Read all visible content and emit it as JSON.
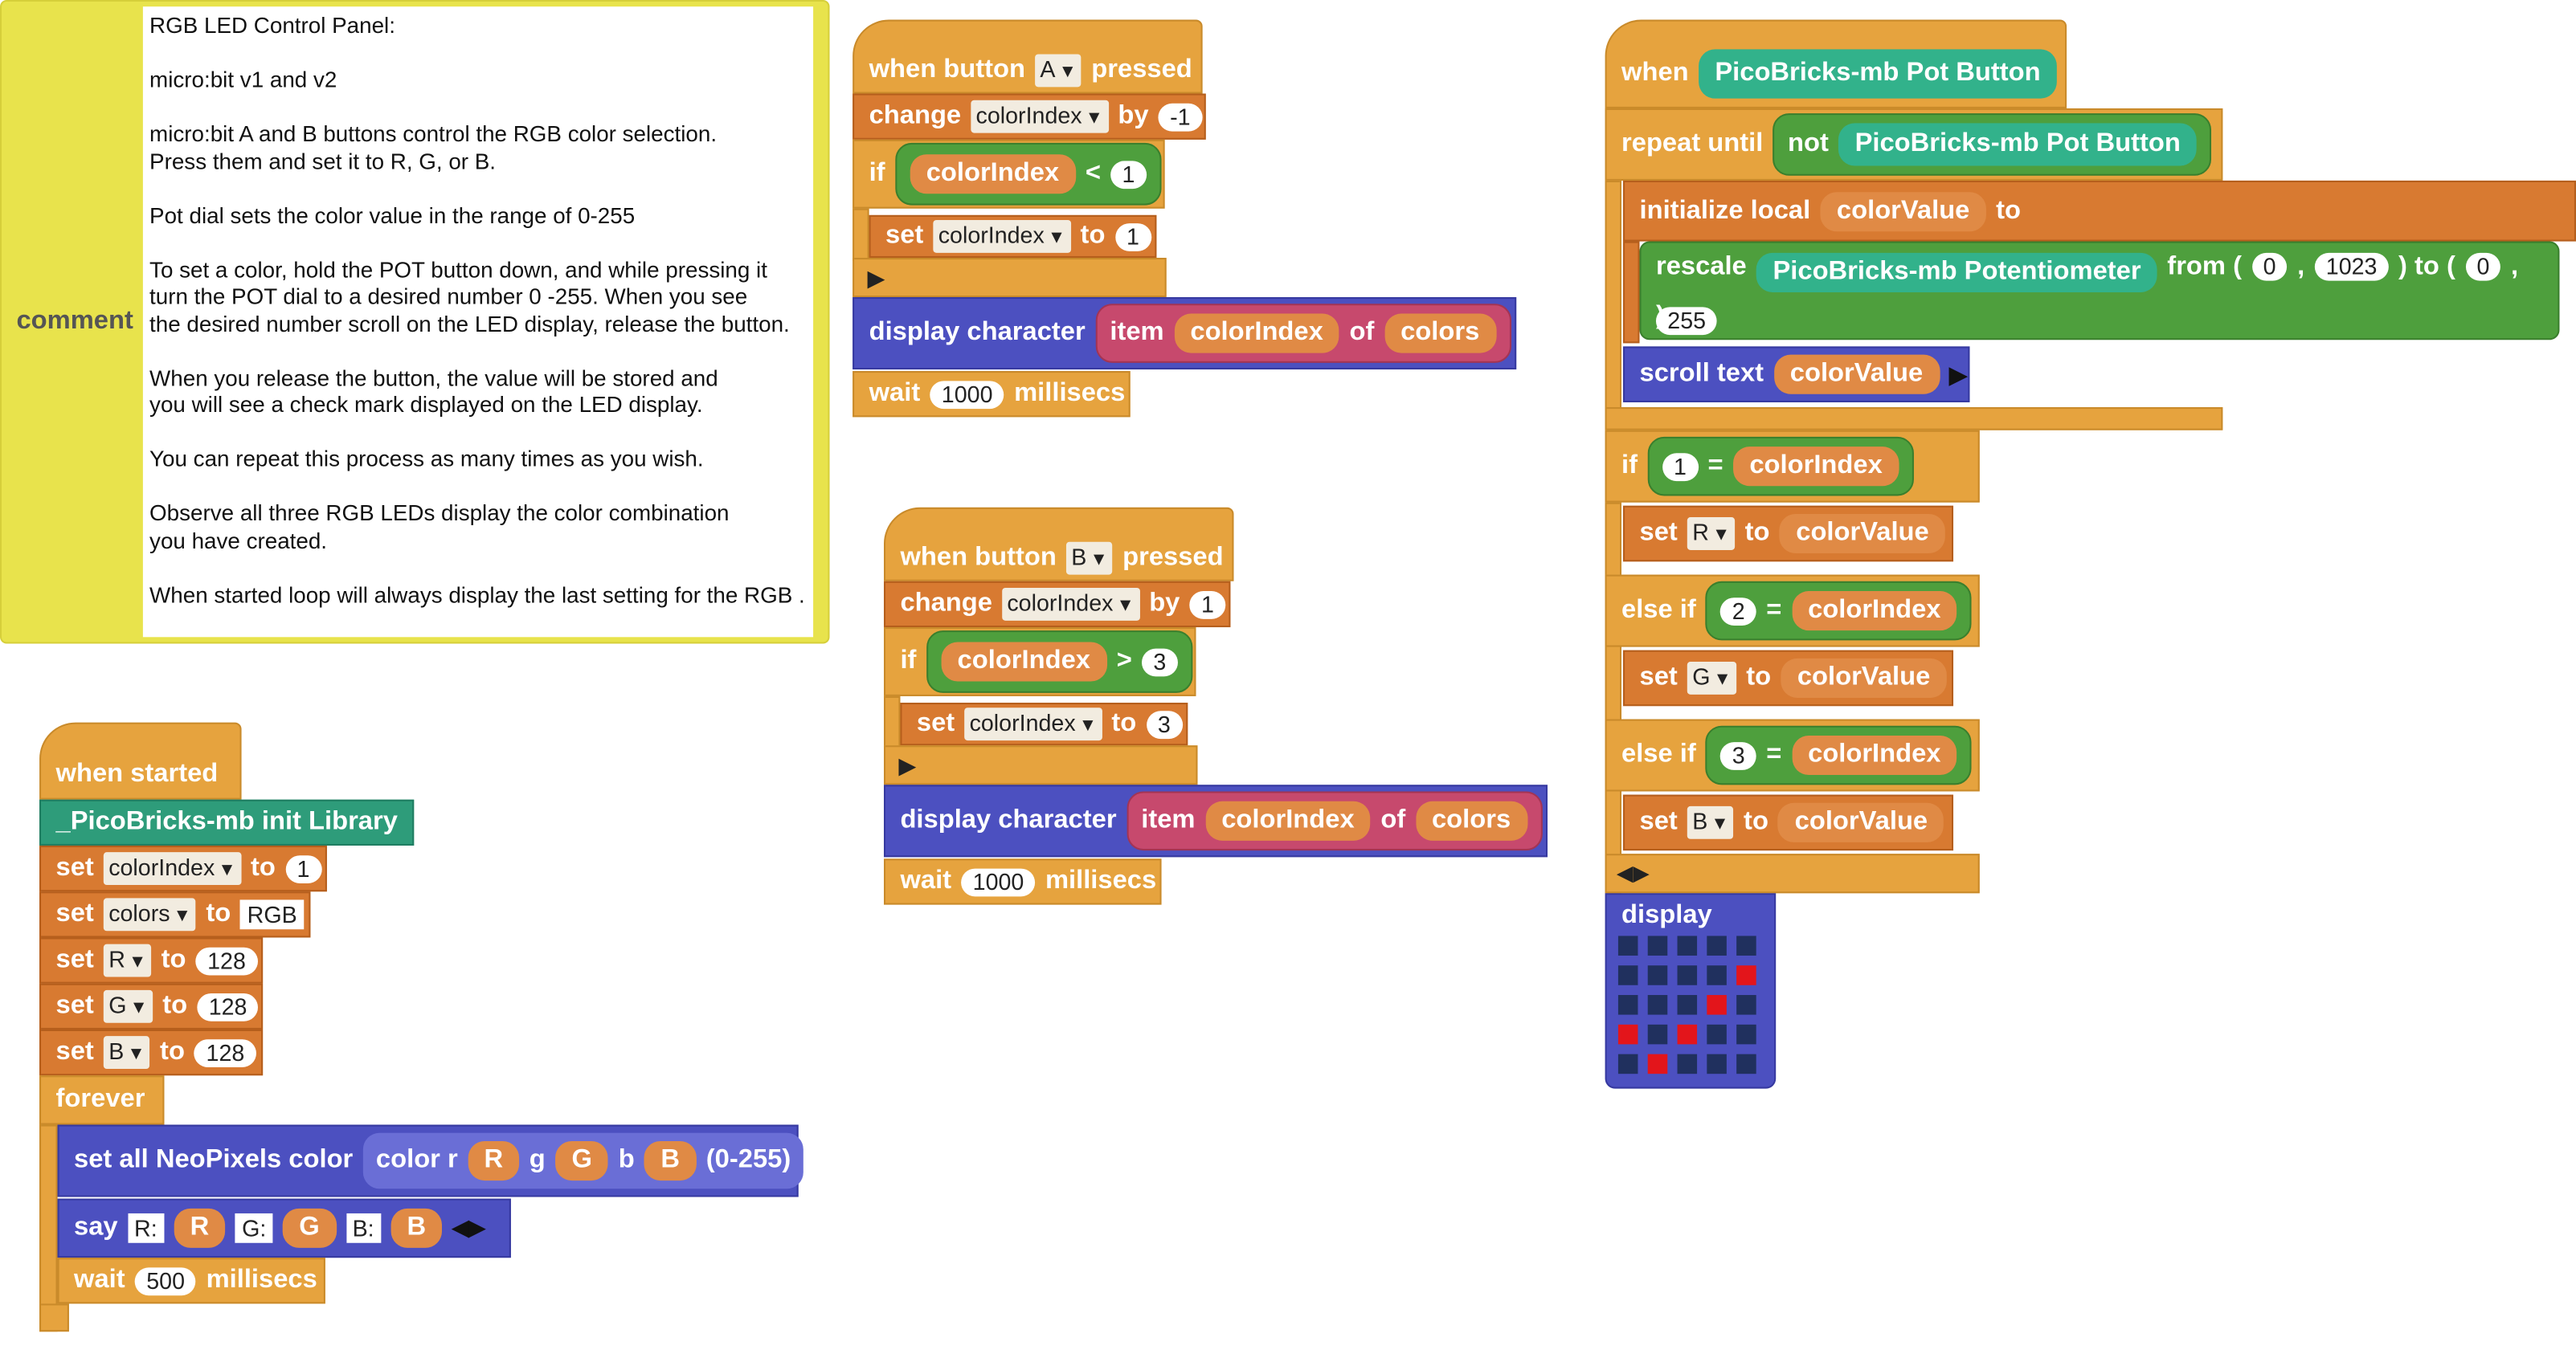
{
  "comment": {
    "label": "comment",
    "lines": [
      "RGB LED Control Panel:",
      "micro:bit v1 and v2",
      "micro:bit A and B  buttons control the RGB color selection.\nPress them and set it to R, G, or B.",
      "Pot dial sets the color value in the range of 0-255",
      "To set a color, hold the POT button down, and while pressing it\nturn the POT dial to a desired number 0 -255. When you see\nthe desired number scroll on the LED display, release the button.",
      "When you release the button, the value will be stored and\nyou will see a check mark displayed on the LED display.",
      "You can repeat this process as many times as you wish.",
      "Observe all three RGB LEDs display the color combination\nyou have created.",
      "When started loop will always display the last setting for the RGB ."
    ]
  },
  "script_a": {
    "hat": "when button",
    "button": "A",
    "hat_suffix": "pressed",
    "change": "change",
    "var": "colorIndex",
    "by": "by",
    "delta": "-1",
    "if": "if",
    "cond_var": "colorIndex",
    "cond_op": "<",
    "cond_val": "1",
    "set": "set",
    "set_var": "colorIndex",
    "to": "to",
    "set_val": "1",
    "display": "display character",
    "item": "item",
    "item_var": "colorIndex",
    "of": "of",
    "list": "colors",
    "wait": "wait",
    "wait_val": "1000",
    "wait_unit": "millisecs"
  },
  "script_b": {
    "hat": "when button",
    "button": "B",
    "hat_suffix": "pressed",
    "change": "change",
    "var": "colorIndex",
    "by": "by",
    "delta": "1",
    "if": "if",
    "cond_var": "colorIndex",
    "cond_op": ">",
    "cond_val": "3",
    "set": "set",
    "set_var": "colorIndex",
    "to": "to",
    "set_val": "3",
    "display": "display character",
    "item": "item",
    "item_var": "colorIndex",
    "of": "of",
    "list": "colors",
    "wait": "wait",
    "wait_val": "1000",
    "wait_unit": "millisecs"
  },
  "script_pot": {
    "hat": "when",
    "hat_sensor": "PicoBricks-mb Pot Button",
    "repeat": "repeat until",
    "not": "not",
    "not_sensor": "PicoBricks-mb Pot Button",
    "init": "initialize local",
    "init_var": "colorValue",
    "to": "to",
    "rescale": "rescale",
    "rescale_sensor": "PicoBricks-mb Potentiometer",
    "from": "from (",
    "from_a": "0",
    "comma": ",",
    "from_b": "1023",
    "to_paren": ") to (",
    "to_a": "0",
    "to_b": "255",
    "close": ")",
    "scroll": "scroll text",
    "scroll_var": "colorValue",
    "if": "if",
    "eq": "=",
    "c1": "1",
    "c2": "2",
    "c3": "3",
    "cvar": "colorIndex",
    "else_if": "else if",
    "set": "set",
    "r": "R",
    "g": "G",
    "b": "B",
    "val": "colorValue",
    "display": "display",
    "led_grid": [
      [
        0,
        0,
        0,
        0,
        0
      ],
      [
        0,
        0,
        0,
        0,
        1
      ],
      [
        0,
        0,
        0,
        1,
        0
      ],
      [
        1,
        0,
        1,
        0,
        0
      ],
      [
        0,
        1,
        0,
        0,
        0
      ]
    ]
  },
  "script_start": {
    "hat": "when started",
    "init": "_PicoBricks-mb init Library",
    "set": "set",
    "to": "to",
    "s1_var": "colorIndex",
    "s1_val": "1",
    "s2_var": "colors",
    "s2_val": "RGB",
    "s3_var": "R",
    "s3_val": "128",
    "s4_var": "G",
    "s4_val": "128",
    "s5_var": "B",
    "s5_val": "128",
    "forever": "forever",
    "neo": "set all NeoPixels color",
    "color_r": "color r",
    "g": "g",
    "b": "b",
    "range": "(0-255)",
    "R": "R",
    "G": "G",
    "B": "B",
    "say": "say",
    "say_r": "R:",
    "say_g": "G:",
    "say_b": "B:",
    "wait": "wait",
    "wait_val": "500",
    "wait_unit": "millisecs"
  },
  "colors": {
    "control": "#e6a33e",
    "variable": "#d87a31",
    "operator": "#4e9f3d",
    "list": "#c7496d",
    "output": "#4c50c0",
    "pico": "#2e9c7a",
    "comment": "#e8e34c",
    "led_on": "#e3151b",
    "led_off": "#20305e"
  }
}
